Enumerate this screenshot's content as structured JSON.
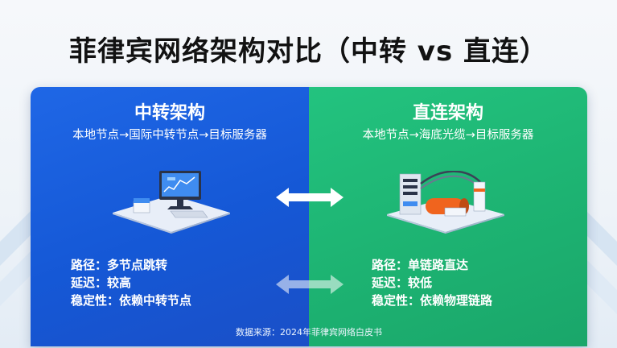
{
  "title": "菲律宾网络架构对比（中转 vs 直连）",
  "left": {
    "heading": "中转架构",
    "path": "本地节点→国际中转节点→目标服务器",
    "details": [
      "路径：多节点跳转",
      "延迟：较高",
      "稳定性：依赖中转节点"
    ],
    "illustration": "computer-monitor-icon"
  },
  "right": {
    "heading": "直连架构",
    "path": "本地节点→海底光缆→目标服务器",
    "details": [
      "路径：单链路直达",
      "延迟：较低",
      "稳定性：依赖物理链路"
    ],
    "illustration": "submarine-cable-server-icon"
  },
  "footer": "数据来源：2024年菲律宾网络白皮书",
  "colors": {
    "left_panel": "#1f67e6",
    "right_panel": "#23c37f",
    "text": "#ffffff",
    "title": "#121212"
  }
}
